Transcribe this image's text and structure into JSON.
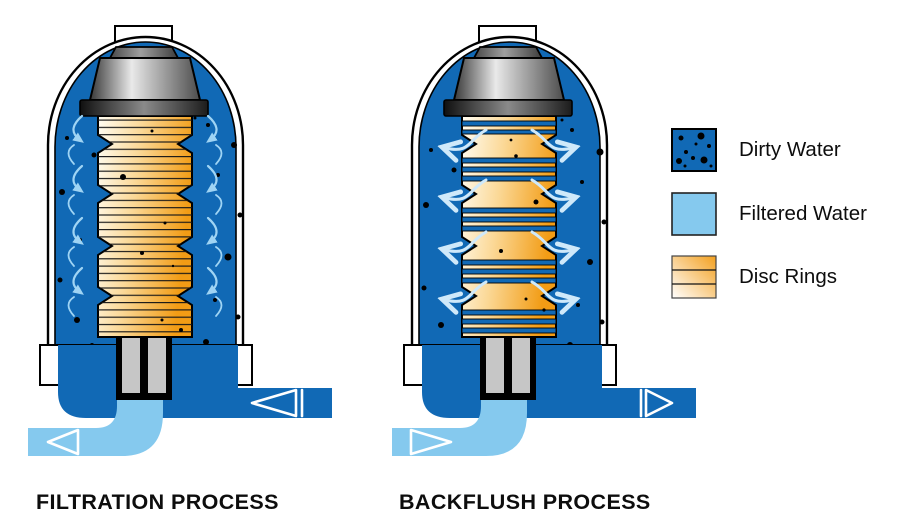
{
  "palette": {
    "dirty_water": "#1169b5",
    "filtered_water": "#85c9ee",
    "disc_orange": "#f29c15",
    "disc_highlight": "#fffdf4",
    "arrow": "#9fd4f4",
    "text": "#0d0d0d",
    "background": "#ffffff"
  },
  "legend": {
    "items": [
      {
        "id": "dirty-water",
        "label": "Dirty Water"
      },
      {
        "id": "filtered-water",
        "label": "Filtered Water"
      },
      {
        "id": "disc-rings",
        "label": "Disc Rings"
      }
    ]
  },
  "diagrams": {
    "filtration": {
      "title": "FILTRATION PROCESS"
    },
    "backflush": {
      "title": "BACKFLUSH PROCESS"
    }
  }
}
